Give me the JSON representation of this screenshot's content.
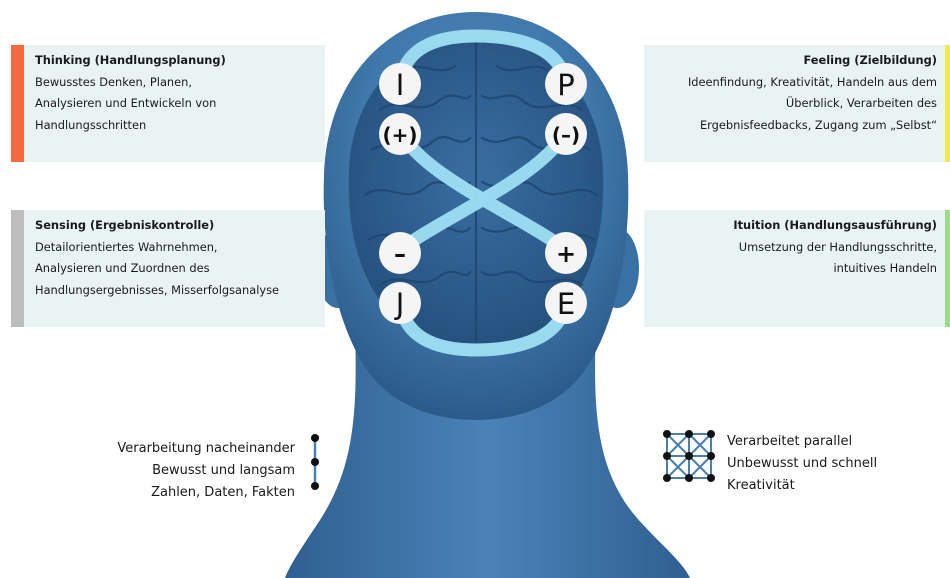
{
  "panels": {
    "thinking": {
      "title": "Thinking (Handlungsplanung)",
      "lines": [
        "Bewusstes Denken, Planen,",
        "Analysieren und Entwickeln von",
        "Handlungsschritten"
      ],
      "color": "#f26a3d"
    },
    "sensing": {
      "title": "Sensing (Ergebniskontrolle)",
      "lines": [
        "Detailorientiertes Wahrnehmen,",
        "Analysieren und Zuordnen des",
        "Handlungsergebnisses, Misserfolgsanalyse"
      ],
      "color": "#bdbdbd"
    },
    "feeling": {
      "title": "Feeling (Zielbildung)",
      "lines": [
        "Ideenfindung, Kreativität, Handeln aus dem",
        "Überblick, Verarbeiten des",
        "Ergebnisfeedbacks, Zugang zum „Selbst“"
      ],
      "color": "#f3ea4a"
    },
    "intuition": {
      "title": "Ituition (Handlungsausführung)",
      "lines": [
        "Umsetzung der Handlungsschritte,",
        "intuitives Handeln"
      ],
      "color": "#9bdc8a"
    }
  },
  "nodes": {
    "i": "I",
    "p": "P",
    "plus_paren": "(+)",
    "minus_paren": "(–)",
    "minus": "–",
    "plus": "+",
    "j": "J",
    "e": "E"
  },
  "legend": {
    "left_lines": [
      "Verarbeitung nacheinander",
      "Bewusst und langsam",
      "Zahlen, Daten, Fakten"
    ],
    "right_lines": [
      "Verarbeitet parallel",
      "Unbewusst und schnell",
      "Kreativität"
    ]
  },
  "colors": {
    "head": "#3f78ab",
    "head_dark": "#2c5b8a",
    "brain": "#2f5f90",
    "loop": "#9fe0f4",
    "node_fill": "#f5f5f5",
    "legend_line": "#4a7fb5"
  }
}
